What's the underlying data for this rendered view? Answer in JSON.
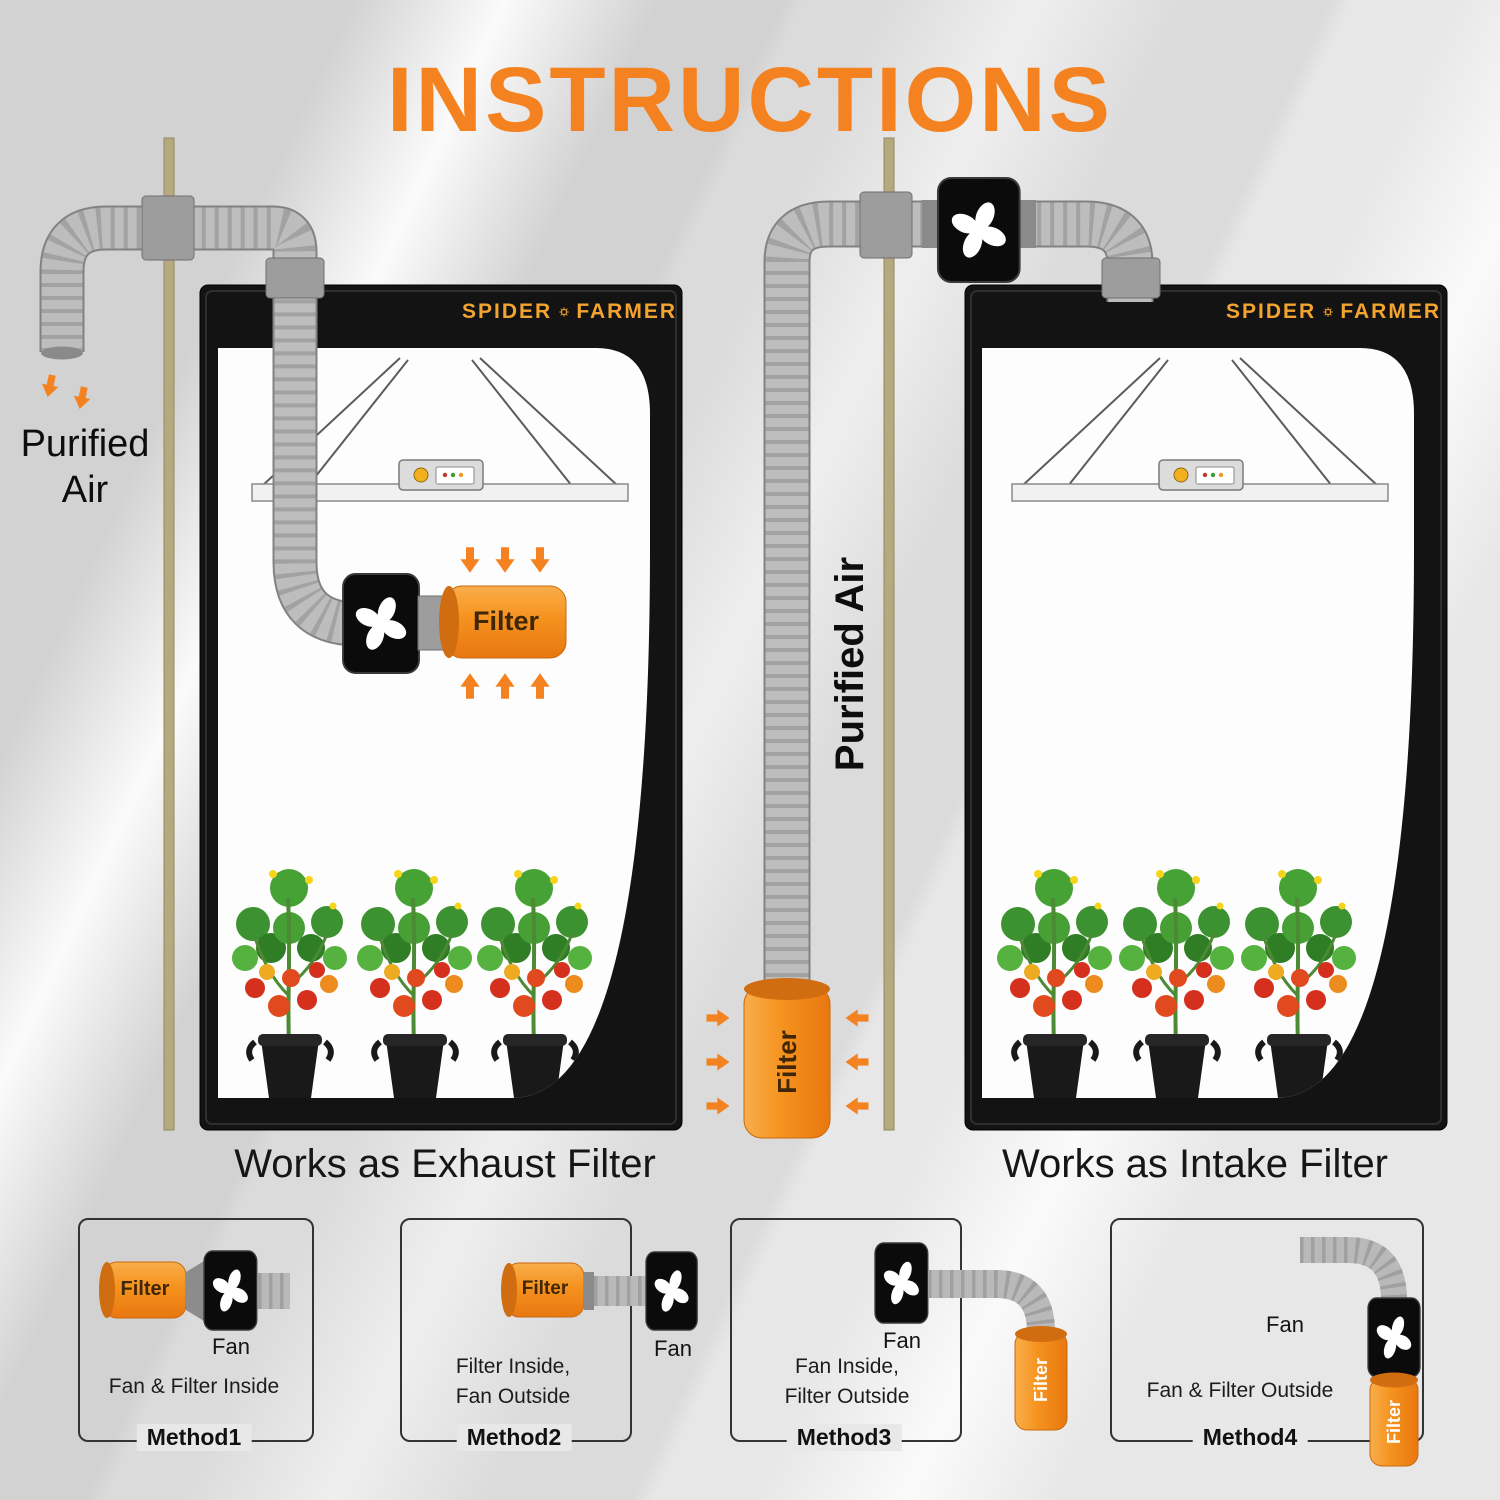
{
  "title": "INSTRUCTIONS",
  "brand": {
    "left": "SPIDER",
    "right": "FARMER"
  },
  "left_diagram": {
    "purified_air_line1": "Purified",
    "purified_air_line2": "Air",
    "filter_label": "Filter",
    "caption": "Works as Exhaust Filter"
  },
  "right_diagram": {
    "purified_air": "Purified Air",
    "filter_label": "Filter",
    "caption": "Works as Intake Filter"
  },
  "methods": [
    {
      "name": "Method1",
      "fan_label": "Fan",
      "filter_label": "Filter",
      "desc_line1": "Fan & Filter Inside"
    },
    {
      "name": "Method2",
      "fan_label": "Fan",
      "filter_label": "Filter",
      "desc_line1": "Filter Inside,",
      "desc_line2": "Fan Outside"
    },
    {
      "name": "Method3",
      "fan_label": "Fan",
      "filter_label": "Filter",
      "desc_line1": "Fan Inside,",
      "desc_line2": "Filter Outside"
    },
    {
      "name": "Method4",
      "fan_label": "Fan",
      "filter_label": "Filter",
      "desc_line1": "Fan & Filter Outside"
    }
  ],
  "colors": {
    "accent_orange": "#F58220",
    "brand_orange": "#F3A430",
    "tent_black": "#131313",
    "duct_gray": "#b7b7b7",
    "pole_tan": "#b5aa7e",
    "background": "#e7e7e7"
  }
}
